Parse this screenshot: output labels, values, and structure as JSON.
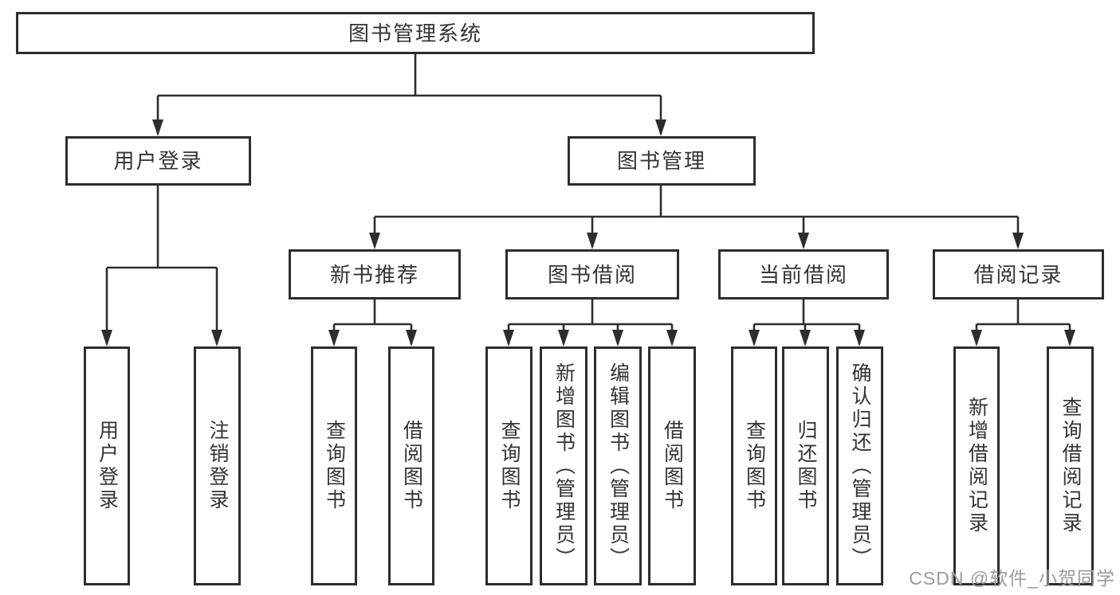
{
  "diagram": {
    "title": "图书管理系统",
    "branches": [
      {
        "label": "用户登录",
        "children": [
          {
            "label": "用户登录"
          },
          {
            "label": "注销登录"
          }
        ]
      },
      {
        "label": "图书管理",
        "children": [
          {
            "label": "新书推荐",
            "children": [
              {
                "label": "查询图书"
              },
              {
                "label": "借阅图书"
              }
            ]
          },
          {
            "label": "图书借阅",
            "children": [
              {
                "label": "查询图书"
              },
              {
                "label": "新增图书（管理员）"
              },
              {
                "label": "编辑图书（管理员）"
              },
              {
                "label": "借阅图书"
              }
            ]
          },
          {
            "label": "当前借阅",
            "children": [
              {
                "label": "查询图书"
              },
              {
                "label": "归还图书"
              },
              {
                "label": "确认归还（管理员）"
              }
            ]
          },
          {
            "label": "借阅记录",
            "children": [
              {
                "label": "新增借阅记录"
              },
              {
                "label": "查询借阅记录"
              }
            ]
          }
        ]
      }
    ]
  },
  "watermark": {
    "text": "CSDN @软件_小贺同学"
  },
  "colors": {
    "line": "#2d2d2d",
    "text": "#333333",
    "watermark": "#9b9b9b",
    "background": "#ffffff"
  }
}
